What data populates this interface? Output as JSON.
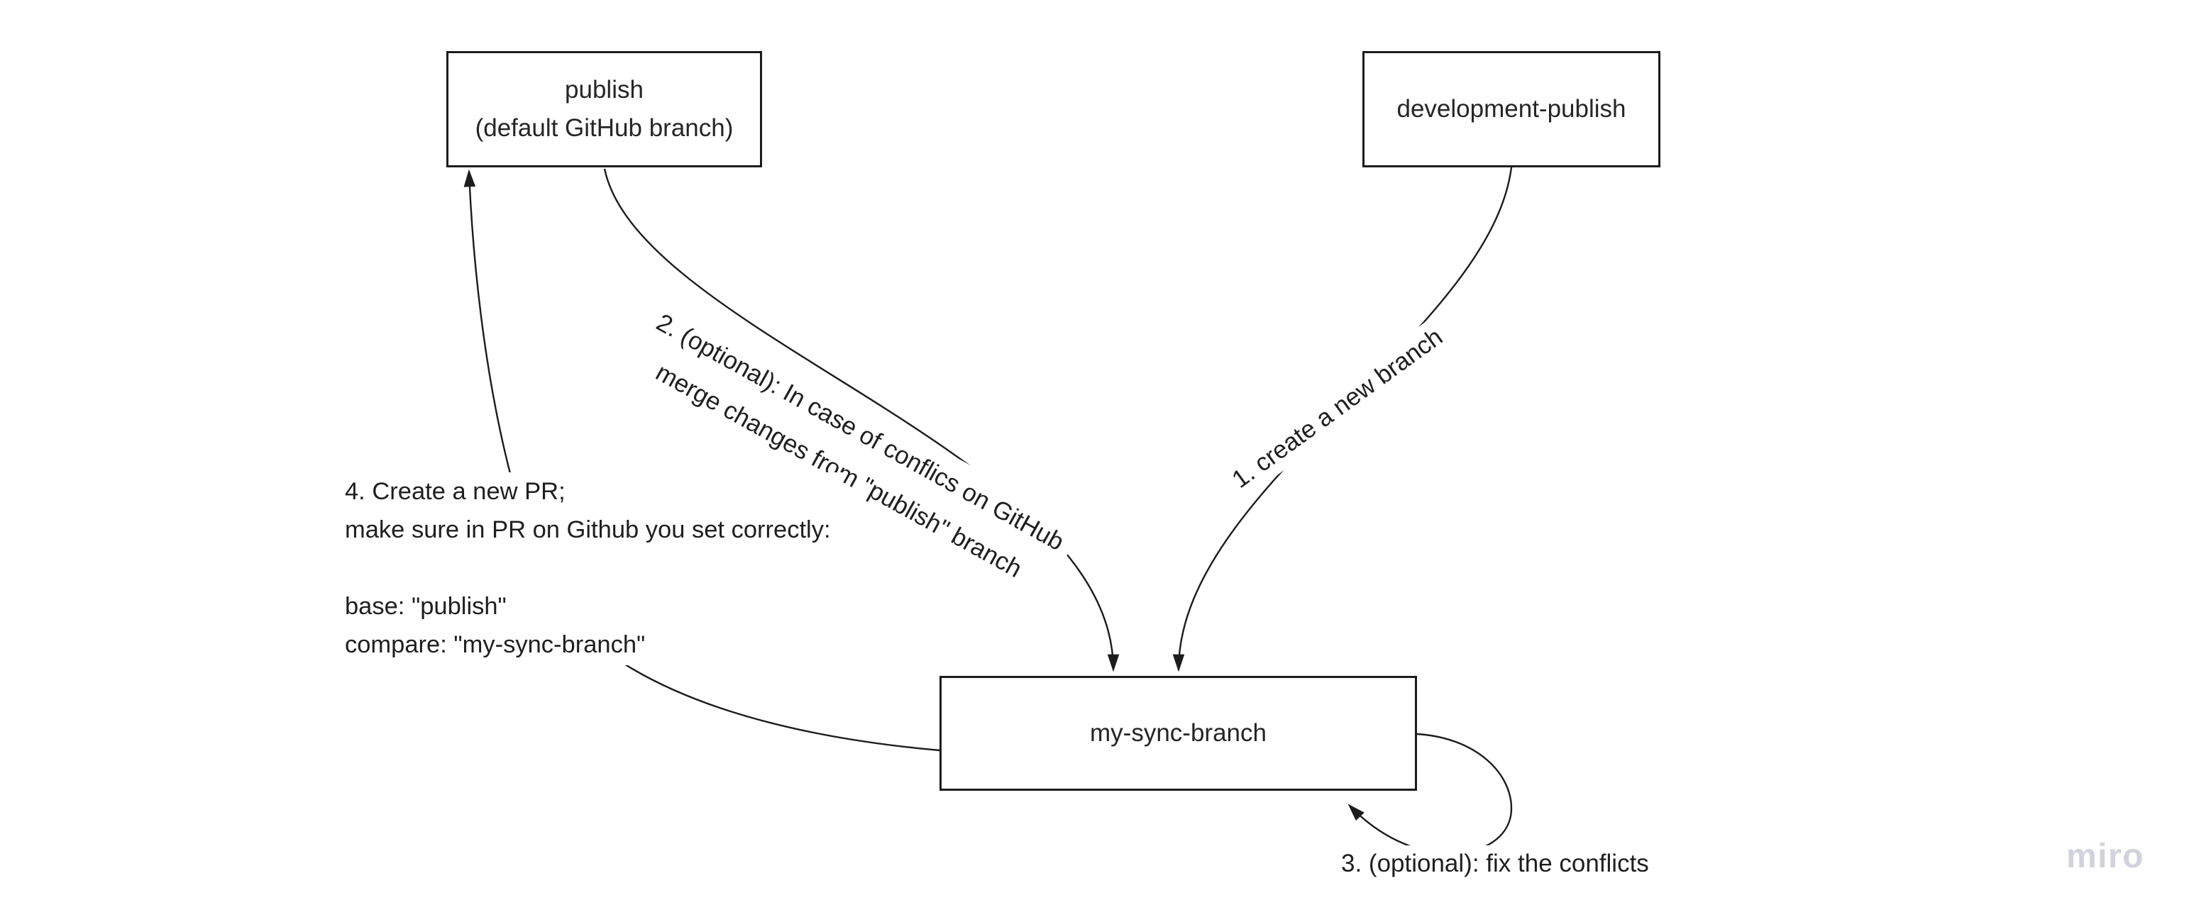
{
  "board": {
    "background": "#ffffff",
    "ink_color": "#1c1c1c",
    "watermark": {
      "label": "miro",
      "color": "#d2d2dc"
    }
  },
  "nodes": {
    "publish": {
      "line1": "publish",
      "line2": "(default GitHub branch)"
    },
    "development_publish": {
      "label": "development-publish"
    },
    "my_sync_branch": {
      "label": "my-sync-branch"
    }
  },
  "edges": {
    "step1": {
      "label": "1. create a new branch"
    },
    "step2": {
      "line1": "2. (optional): In case of conflics on GitHub",
      "line2": "merge changes from \"publish\" branch"
    },
    "step3": {
      "label": "3. (optional): fix the conflicts"
    },
    "step4": {
      "line1": "4. Create a new PR;",
      "line2": "make sure in PR on Github you set correctly:",
      "line3": "base: \"publish\"",
      "line4": "compare: \"my-sync-branch\""
    }
  }
}
